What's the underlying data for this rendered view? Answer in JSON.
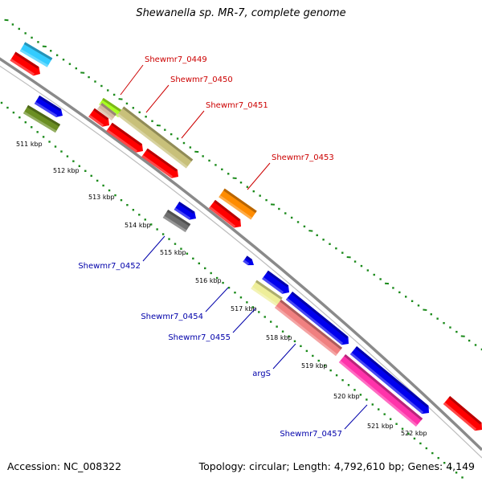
{
  "title": "Shewanella sp. MR-7, complete genome",
  "footer": {
    "accession": "Accession: NC_008322",
    "topology": "Topology: circular; Length: 4,792,610 bp; Genes: 4,149"
  },
  "colors": {
    "backbone": "#8a8a8a",
    "tick_dots": "#1a8a1a",
    "label_forward": "#cc0000",
    "label_reverse": "#0000aa"
  },
  "kbp_ticks": [
    "511 kbp",
    "512 kbp",
    "513 kbp",
    "514 kbp",
    "515 kbp",
    "516 kbp",
    "517 kbp",
    "518 kbp",
    "519 kbp",
    "520 kbp",
    "521 kbp",
    "522 kbp"
  ],
  "genes_forward": [
    {
      "label": "Shewmr7_0449",
      "color": "#aaff22"
    },
    {
      "label": "Shewmr7_0450",
      "color": "#d4b8a0"
    },
    {
      "label": "Shewmr7_0451",
      "color": "#c8c07a"
    },
    {
      "label": "Shewmr7_0453",
      "color": "#ff8c00"
    }
  ],
  "genes_reverse": [
    {
      "label": "Shewmr7_0452",
      "color": "#6e6e6e"
    },
    {
      "label": "Shewmr7_0454",
      "color": "#eeee99"
    },
    {
      "label": "Shewmr7_0455",
      "color": "#ffaaaa"
    },
    {
      "label": "argS",
      "color": "#f08080"
    },
    {
      "label": "Shewmr7_0457",
      "color": "#ff33aa"
    }
  ]
}
